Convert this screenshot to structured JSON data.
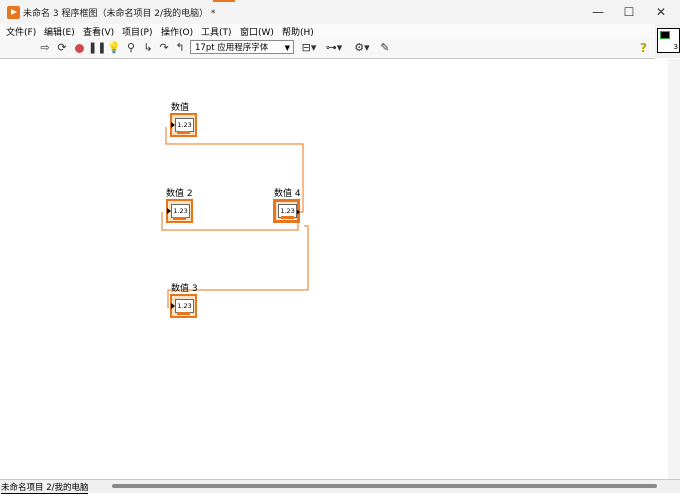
{
  "window": {
    "title": "未命名 3 程序框图（未命名项目 2/我的电脑） *",
    "minimize": "—",
    "maximize": "☐",
    "close": "✕"
  },
  "menu": [
    "文件(F)",
    "编辑(E)",
    "查看(V)",
    "项目(P)",
    "操作(O)",
    "工具(T)",
    "窗口(W)",
    "帮助(H)"
  ],
  "toolbar": {
    "icons": [
      "run-arrow-icon",
      "run-continuously-icon",
      "abort-icon",
      "pause-icon",
      "highlight-execution-icon",
      "retain-wire-values-icon",
      "step-into-icon",
      "step-over-icon",
      "step-out-icon"
    ],
    "font": "17pt 应用程序字体",
    "help": "?"
  },
  "vi_icon": {
    "number": "3"
  },
  "diagram": {
    "terminals": [
      {
        "label": "数值",
        "display": "1.23"
      },
      {
        "label": "数值 2",
        "display": "1.23"
      },
      {
        "label": "数值 4",
        "display": "1.23"
      },
      {
        "label": "数值 3",
        "display": "1.23"
      }
    ],
    "wire_color": "#e8741c"
  },
  "status": {
    "text": "未命名项目 2/我的电脑"
  }
}
